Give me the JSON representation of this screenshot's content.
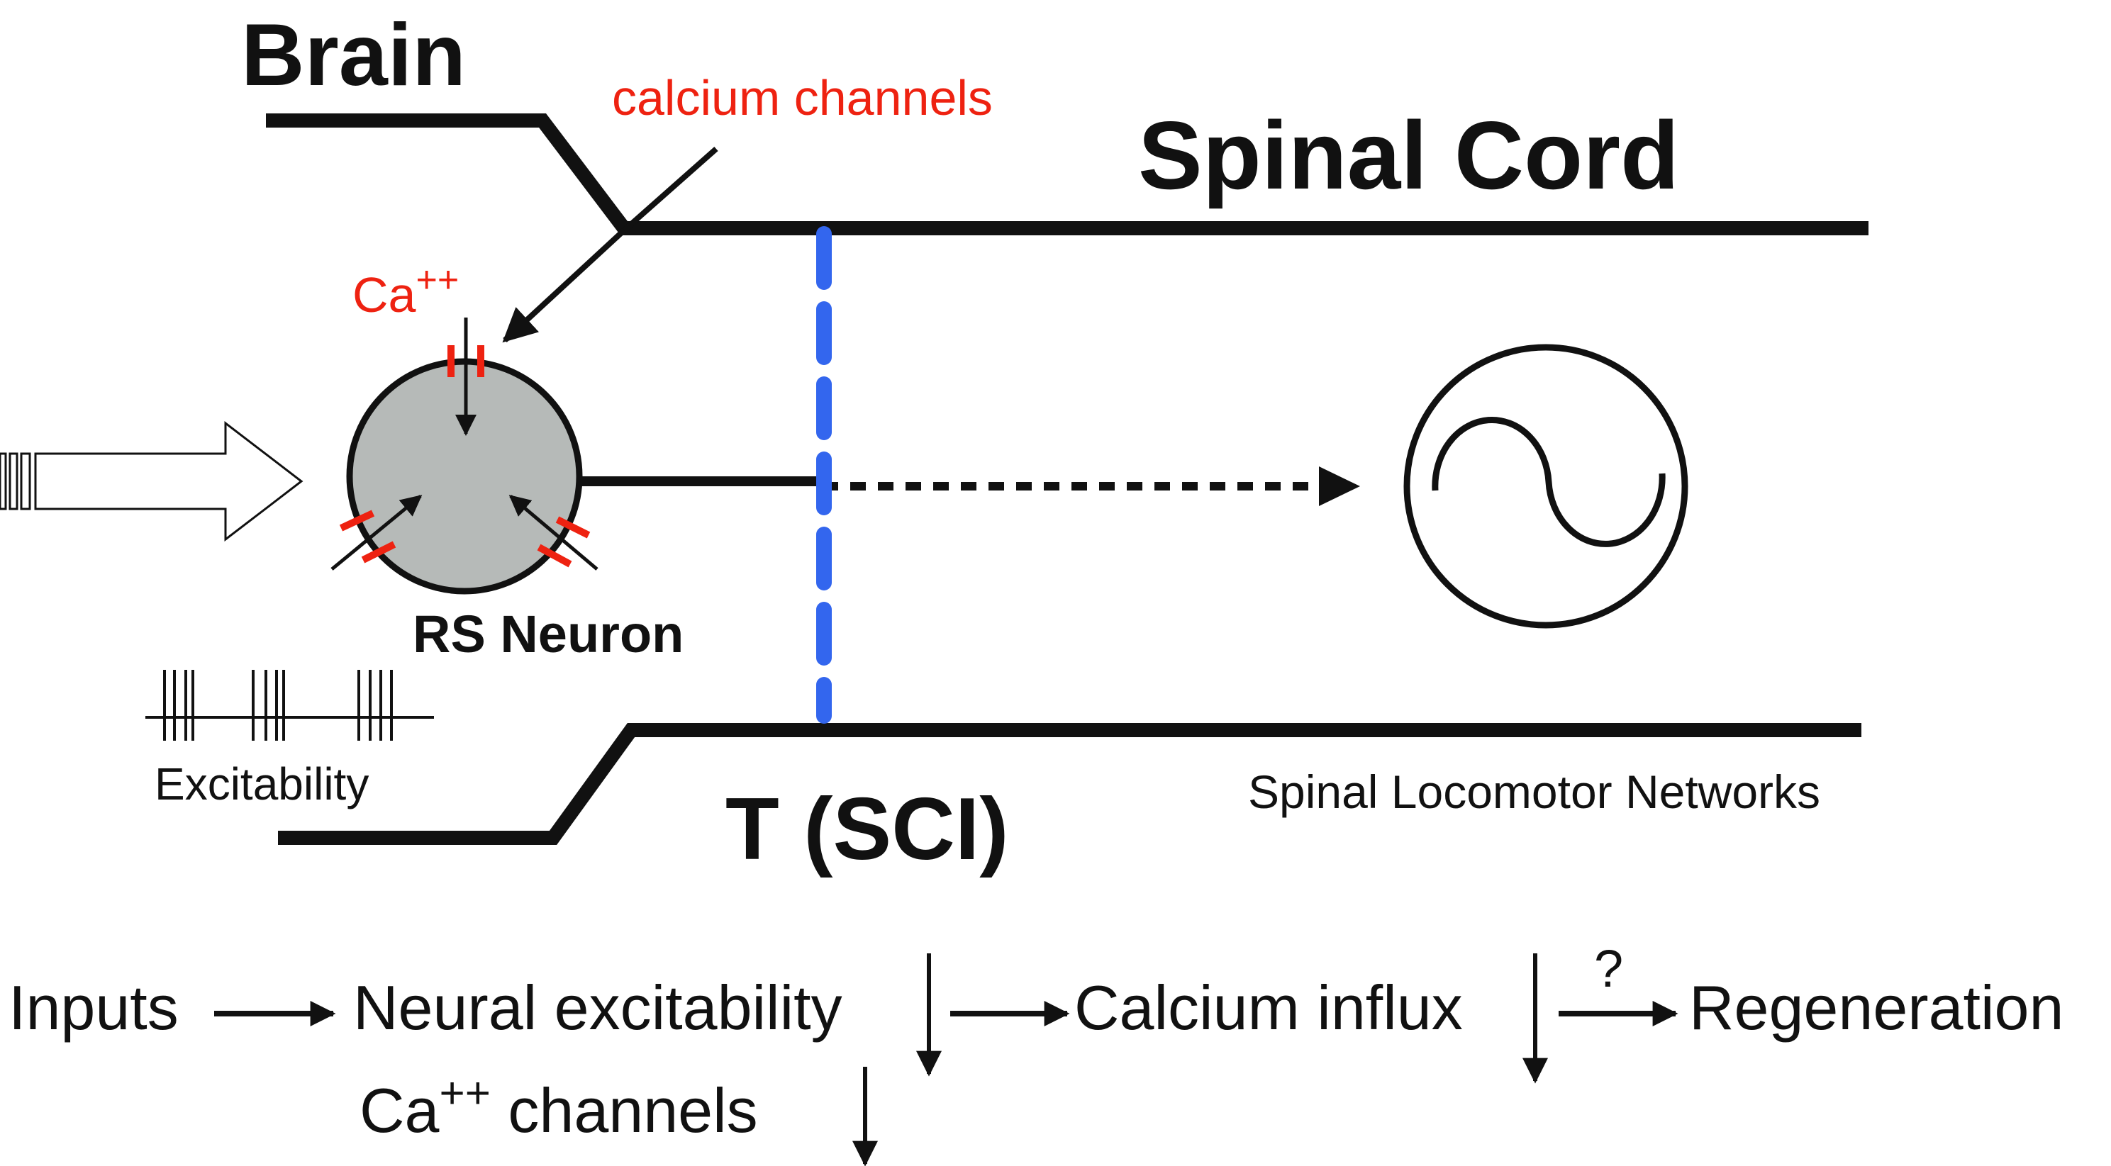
{
  "labels": {
    "brain": "Brain",
    "calcium_channels": "calcium channels",
    "spinal_cord": "Spinal Cord",
    "ca_ion": "Ca",
    "ca_ion_sup": "++",
    "rs_neuron": "RS Neuron",
    "excitability": "Excitability",
    "lesion": "T (SCI)",
    "spinal_networks": "Spinal Locomotor Networks"
  },
  "flow": {
    "inputs": "Inputs",
    "neural_excitability": "Neural excitability",
    "calcium_influx": "Calcium influx",
    "question": "?",
    "regeneration": "Regeneration",
    "ca_channels_prefix": "Ca",
    "ca_channels_sup": "++",
    "ca_channels_suffix": " channels"
  },
  "colors": {
    "ink": "#111111",
    "red": "#ee2211",
    "blue": "#3366ee",
    "neuron_fill": "#b6bab8"
  },
  "icons": [
    "input-arrow-icon",
    "oscillator-icon",
    "spike-train-icon",
    "down-arrow-icon"
  ]
}
